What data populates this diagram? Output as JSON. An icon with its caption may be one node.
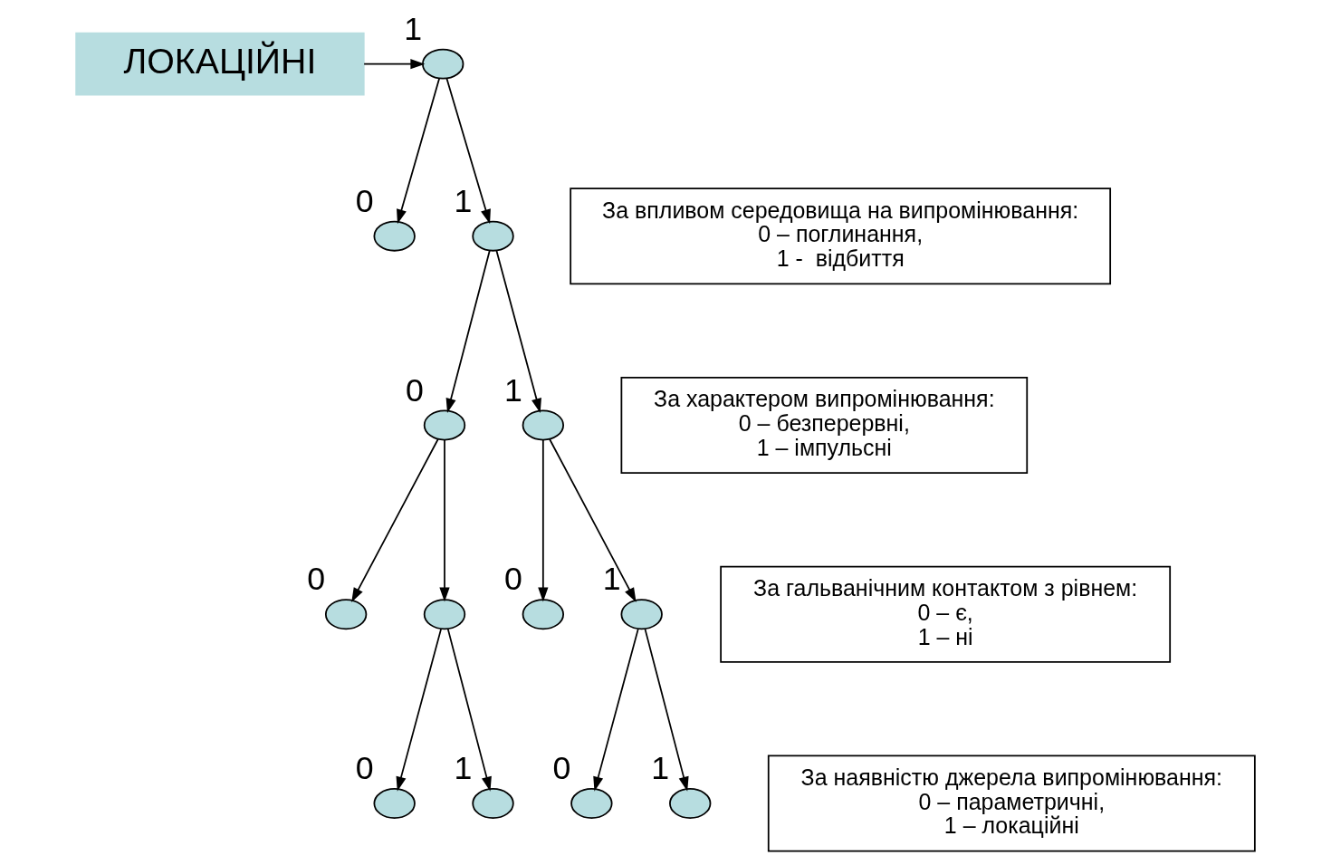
{
  "diagram": {
    "nodes": [
      {
        "text": [
          "ЛОКАЦІЙНІ"
        ]
      },
      {
        "text": [],
        "shape": "ellipse",
        "beside": [
          "1"
        ]
      },
      {
        "text": [],
        "shape": "ellipse",
        "beside": [
          "0"
        ]
      },
      {
        "text": [],
        "shape": "ellipse",
        "beside": [
          "1"
        ]
      },
      {
        "text": [
          "За впливом середовища на випромінювання:",
          "0 – поглинання,",
          "1 -  відбиття"
        ]
      },
      {
        "text": [],
        "shape": "ellipse",
        "beside": [
          "0"
        ]
      },
      {
        "text": [],
        "shape": "ellipse",
        "beside": [
          "1"
        ]
      },
      {
        "text": [
          "За характером випромінювання:",
          "0 – безперервні,",
          "1 – імпульсні"
        ]
      },
      {
        "text": [],
        "shape": "ellipse",
        "beside": [
          "0"
        ]
      },
      {
        "text": [],
        "shape": "ellipse"
      },
      {
        "text": [],
        "shape": "ellipse",
        "beside": [
          "0"
        ]
      },
      {
        "text": [],
        "shape": "ellipse",
        "beside": [
          "1"
        ]
      },
      {
        "text": [
          "За гальванічним контактом з рівнем:",
          "0 – є,",
          "1 – ні"
        ]
      },
      {
        "text": [],
        "shape": "ellipse",
        "beside": [
          "0"
        ]
      },
      {
        "text": [],
        "shape": "ellipse",
        "beside": [
          "1"
        ]
      },
      {
        "text": [
          "За наявністю джерела випромінювання:",
          "0 – параметричні,",
          "1 – локаційні"
        ]
      },
      {
        "text": [],
        "shape": "ellipse",
        "beside": [
          "0"
        ]
      },
      {
        "text": [],
        "shape": "ellipse",
        "beside": [
          "1"
        ]
      }
    ],
    "edges": [
      {
        "from": 0,
        "to": 1,
        "arrow": "to"
      },
      {
        "from": 1,
        "to": 2,
        "arrow": "to"
      },
      {
        "from": 1,
        "to": 3,
        "arrow": "to"
      },
      {
        "from": 3,
        "to": 5,
        "arrow": "to"
      },
      {
        "from": 3,
        "to": 6,
        "arrow": "to"
      },
      {
        "from": 5,
        "to": 8,
        "arrow": "to"
      },
      {
        "from": 5,
        "to": 9,
        "arrow": "to"
      },
      {
        "from": 6,
        "to": 10,
        "arrow": "to"
      },
      {
        "from": 6,
        "to": 11,
        "arrow": "to"
      },
      {
        "from": 9,
        "to": 13,
        "arrow": "to"
      },
      {
        "from": 9,
        "to": 14,
        "arrow": "to"
      },
      {
        "from": 11,
        "to": 16,
        "arrow": "to"
      },
      {
        "from": 11,
        "to": 17,
        "arrow": "to"
      }
    ]
  }
}
